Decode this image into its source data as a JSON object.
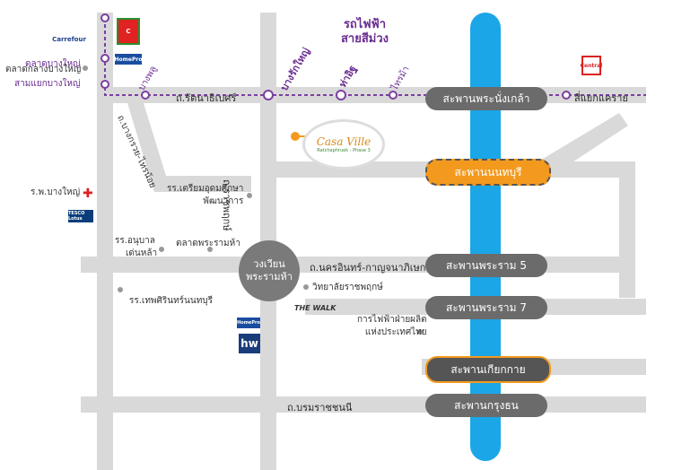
{
  "line": {
    "name_1": "รถไฟฟ้า",
    "name_2": "สายสีม่วง",
    "color": "#7b3fa0"
  },
  "roads": {
    "rattanathibet": "ถ.รัตนาธิเบศร์",
    "nakhon_in": "ถ.นครอินทร์-กาญจนาภิเษก",
    "boromrat": "ถ.บรมราชชนนี",
    "ratchaphruek": "ถ.ราชพฤกษ์",
    "bang_kruai_sai_noi": "ถ.บางกรวย-ไทรน้อย"
  },
  "stations": {
    "bang_phlu": "บางพลู",
    "bang_rak_yai": "บางรักใหญ่",
    "tha_it": "ท่าอิฐ",
    "sai_ma": "ไทรม้า"
  },
  "bridges": {
    "phra_nang_klao": "สะพานพระนั่งเกล้า",
    "nonthaburi": "สะพานนนทบุรี",
    "rama5": "สะพานพระราม 5",
    "rama7": "สะพานพระราม 7",
    "kiakkai": "สะพานเกียกกาย",
    "krungthon": "สะพานกรุงธน"
  },
  "circle": {
    "line1": "วงเวียน",
    "line2": "พระรามห้า"
  },
  "places": {
    "talat_bang_yai": "ตลาดบางใหญ่",
    "talat_klang_bang_yai": "ตลาดกลางบางใหญ่",
    "sam_yaek_bang_yai": "สามแยกบางใหญ่",
    "hospital": "ร.พ.บางใหญ่",
    "school_triam": "รร.เตรียมอุดมศึกษา",
    "school_triam_2": "พัฒนาการ",
    "school_anuban": "รร.อนุบาล",
    "school_anuban_2": "เด่นหล้า",
    "talat_rama5": "ตลาดพระรามห้า",
    "ratchaphruek_college": "วิทยาลัยราชพฤกษ์",
    "thepsirin": "รร.เทพศิรินทร์นนทบุรี",
    "egat_1": "การไฟฟ้าฝ่ายผลิต",
    "egat_2": "แห่งประเทศไทย",
    "sam_yaek_khae_rai": "สี่แยกแคราย",
    "the_walk": "THE WALK"
  },
  "logos": {
    "carrefour": "Carrefour",
    "homepro": "HomePro",
    "tesco": "TESCO Lotus",
    "central": "Central",
    "hw": "hw"
  },
  "casa": {
    "title": "Casa Ville",
    "subtitle": "Ratchaphruek - Phase 3"
  },
  "colors": {
    "road": "#d9d9d9",
    "river": "#1ba6e8",
    "purple": "#7b3fa0",
    "orange": "#f39a1e"
  }
}
